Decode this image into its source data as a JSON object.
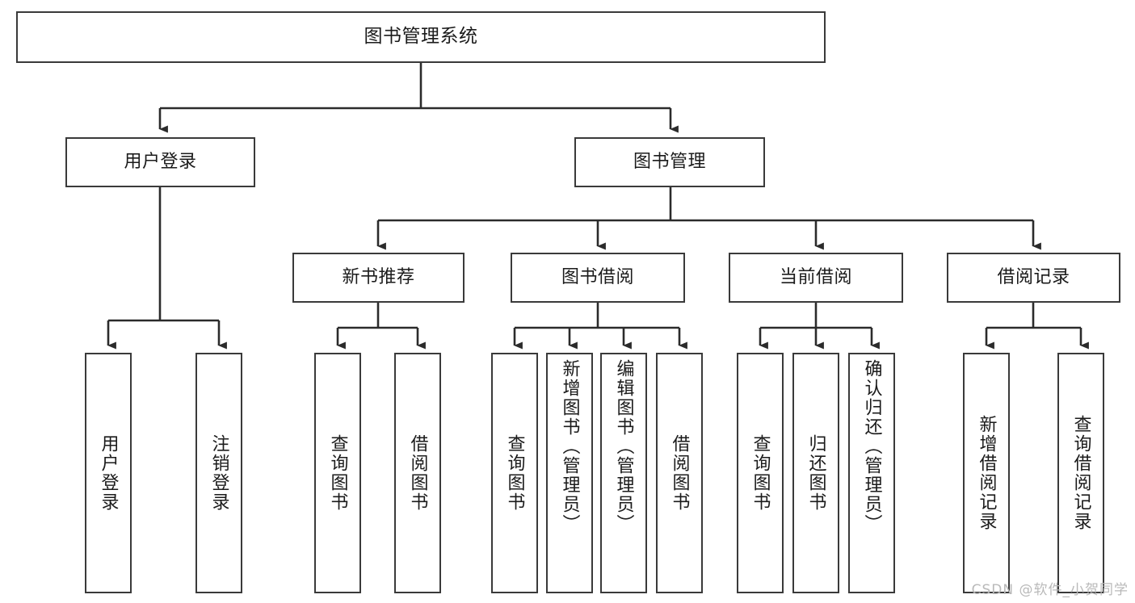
{
  "diagram": {
    "type": "tree",
    "title": "图书管理系统",
    "watermark": "CSDN @软件_小贺同学",
    "colors": {
      "box_border": "#3a3a3a",
      "box_fill": "#ffffff",
      "connector": "#2b2b2b",
      "text": "#1b1b1b",
      "watermark": "#b9b9b9"
    },
    "nodes": {
      "root": {
        "label": "图书管理系统"
      },
      "level2": [
        {
          "id": "user-login",
          "label": "用户登录"
        },
        {
          "id": "book-manage",
          "label": "图书管理"
        }
      ],
      "level3": [
        {
          "id": "new-book-recommend",
          "label": "新书推荐"
        },
        {
          "id": "book-borrow",
          "label": "图书借阅"
        },
        {
          "id": "current-borrow",
          "label": "当前借阅"
        },
        {
          "id": "borrow-record",
          "label": "借阅记录"
        }
      ],
      "leaves": [
        {
          "id": "leaf-user-login",
          "label": "用户登录",
          "parent": "user-login"
        },
        {
          "id": "leaf-logout",
          "label": "注销登录",
          "parent": "user-login"
        },
        {
          "id": "leaf-query-book-1",
          "label": "查询图书",
          "parent": "new-book-recommend"
        },
        {
          "id": "leaf-borrow-book-1",
          "label": "借阅图书",
          "parent": "new-book-recommend"
        },
        {
          "id": "leaf-query-book-2",
          "label": "查询图书",
          "parent": "book-borrow"
        },
        {
          "id": "leaf-add-book",
          "label": "新增图书（管理员）",
          "parent": "book-borrow"
        },
        {
          "id": "leaf-edit-book",
          "label": "编辑图书（管理员）",
          "parent": "book-borrow"
        },
        {
          "id": "leaf-borrow-book-2",
          "label": "借阅图书",
          "parent": "book-borrow"
        },
        {
          "id": "leaf-query-book-3",
          "label": "查询图书",
          "parent": "current-borrow"
        },
        {
          "id": "leaf-return-book",
          "label": "归还图书",
          "parent": "current-borrow"
        },
        {
          "id": "leaf-confirm-return",
          "label": "确认归还（管理员）",
          "parent": "current-borrow"
        },
        {
          "id": "leaf-add-record",
          "label": "新增借阅记录",
          "parent": "borrow-record"
        },
        {
          "id": "leaf-query-record",
          "label": "查询借阅记录",
          "parent": "borrow-record"
        }
      ]
    }
  }
}
